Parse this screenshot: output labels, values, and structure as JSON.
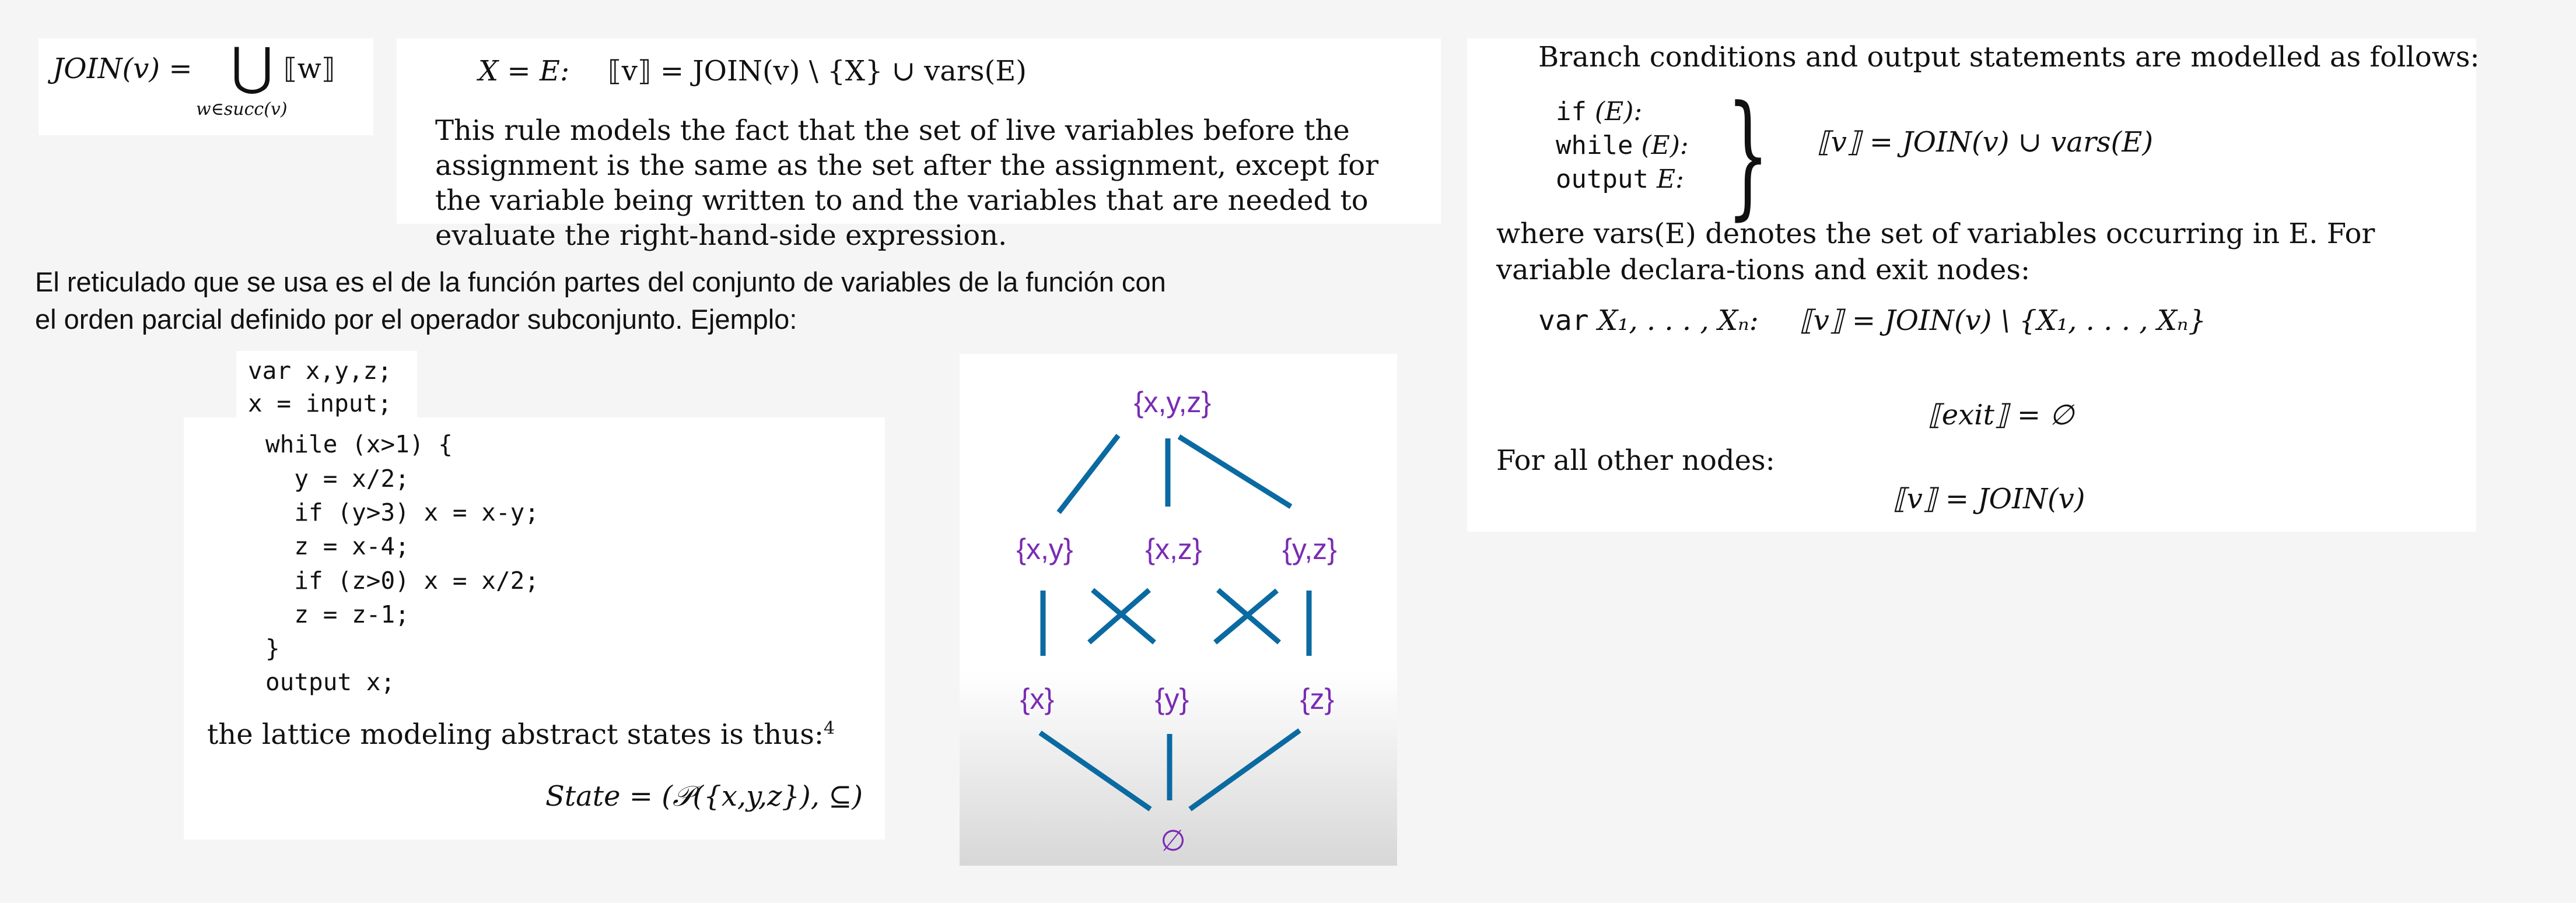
{
  "join_panel": {
    "lhs": "JOIN(v) =",
    "union": "⋃",
    "term": "⟦w⟧",
    "subscript": "w∈succ(v)"
  },
  "assign_panel": {
    "label": "X = E:",
    "equation": "⟦v⟧ = JOIN(v) \\ {X} ∪ vars(E)",
    "text": "This rule models the fact that the set of live variables before the assignment is the same as the set after the assignment, except for the variable being written to and the variables that are needed to evaluate the right-hand-side expression."
  },
  "spanish": {
    "line1": "El reticulado que se usa es el de la función partes del conjunto de variables de la función con",
    "line2": "el orden parcial definido por el operador subconjunto. Ejemplo:"
  },
  "code": {
    "head": [
      "var x,y,z;",
      "x = input;"
    ],
    "body": [
      "while (x>1) {",
      "  y = x/2;",
      "  if (y>3) x = x-y;",
      "  z = x-4;",
      "  if (z>0) x = x/2;",
      "  z = z-1;",
      "}",
      "output x;"
    ],
    "caption": "the lattice modeling abstract states is thus:",
    "footnote": "4",
    "state": "State = (𝒫({x,y,z}), ⊆)"
  },
  "lattice": {
    "top": "{x,y,z}",
    "level2": [
      "{x,y}",
      "{x,z}",
      "{y,z}"
    ],
    "level1": [
      "{x}",
      "{y}",
      "{z}"
    ],
    "bottom": "∅",
    "line_color": "#0a6aa1",
    "label_color": "#7a2bb3"
  },
  "right_panel": {
    "intro": "Branch conditions and output statements are modelled as follows:",
    "keywords": [
      {
        "kw": "if",
        "arg": " (E):"
      },
      {
        "kw": "while",
        "arg": " (E):"
      },
      {
        "kw": "output",
        "arg": " E:"
      }
    ],
    "eq1": "⟦v⟧ = JOIN(v) ∪ vars(E)",
    "para": "where vars(E) denotes the set of variables occurring in E. For variable declara-tions and exit nodes:",
    "vardecl_kw": "var",
    "vardecl_args": " X₁, . . . , Xₙ:",
    "vardecl_eq": "⟦v⟧ = JOIN(v) \\ {X₁, . . . , Xₙ}",
    "exit_eq": "⟦exit⟧ = ∅",
    "other": "For all other nodes:",
    "last_eq": "⟦v⟧ = JOIN(v)"
  }
}
